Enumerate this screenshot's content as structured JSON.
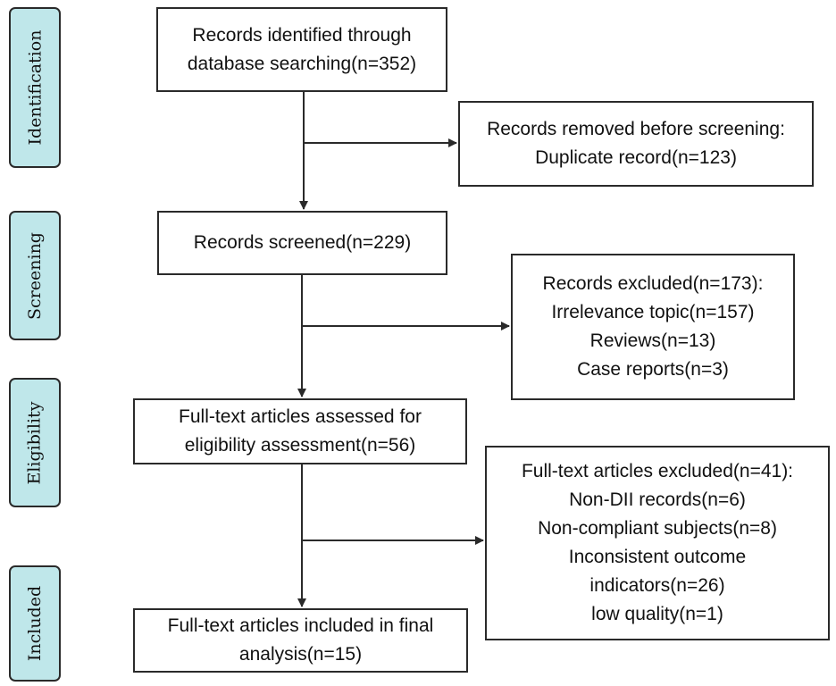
{
  "stages": {
    "identification": "Identification",
    "screening": "Screening",
    "eligibility": "Eligibility",
    "included": "Included"
  },
  "boxes": {
    "identified": {
      "lines": [
        "Records identified through",
        "database searching(n=352)"
      ]
    },
    "removed": {
      "lines": [
        "Records removed before screening:",
        "Duplicate record(n=123)"
      ]
    },
    "screened": {
      "lines": [
        "Records screened(n=229)"
      ]
    },
    "records_excluded": {
      "lines": [
        "Records excluded(n=173):",
        "Irrelevance topic(n=157)",
        "Reviews(n=13)",
        "Case reports(n=3)"
      ]
    },
    "assessed": {
      "lines": [
        "Full-text articles assessed for",
        "eligibility assessment(n=56)"
      ]
    },
    "fulltext_excluded": {
      "lines": [
        "Full-text articles excluded(n=41):",
        "Non-DII records(n=6)",
        "Non-compliant subjects(n=8)",
        "Inconsistent outcome",
        "indicators(n=26)",
        "low quality(n=1)"
      ]
    },
    "included": {
      "lines": [
        "Full-text articles included in final",
        "analysis(n=15)"
      ]
    }
  },
  "colors": {
    "stage_fill": "#bfe7ea",
    "line": "#2a2a2a"
  }
}
